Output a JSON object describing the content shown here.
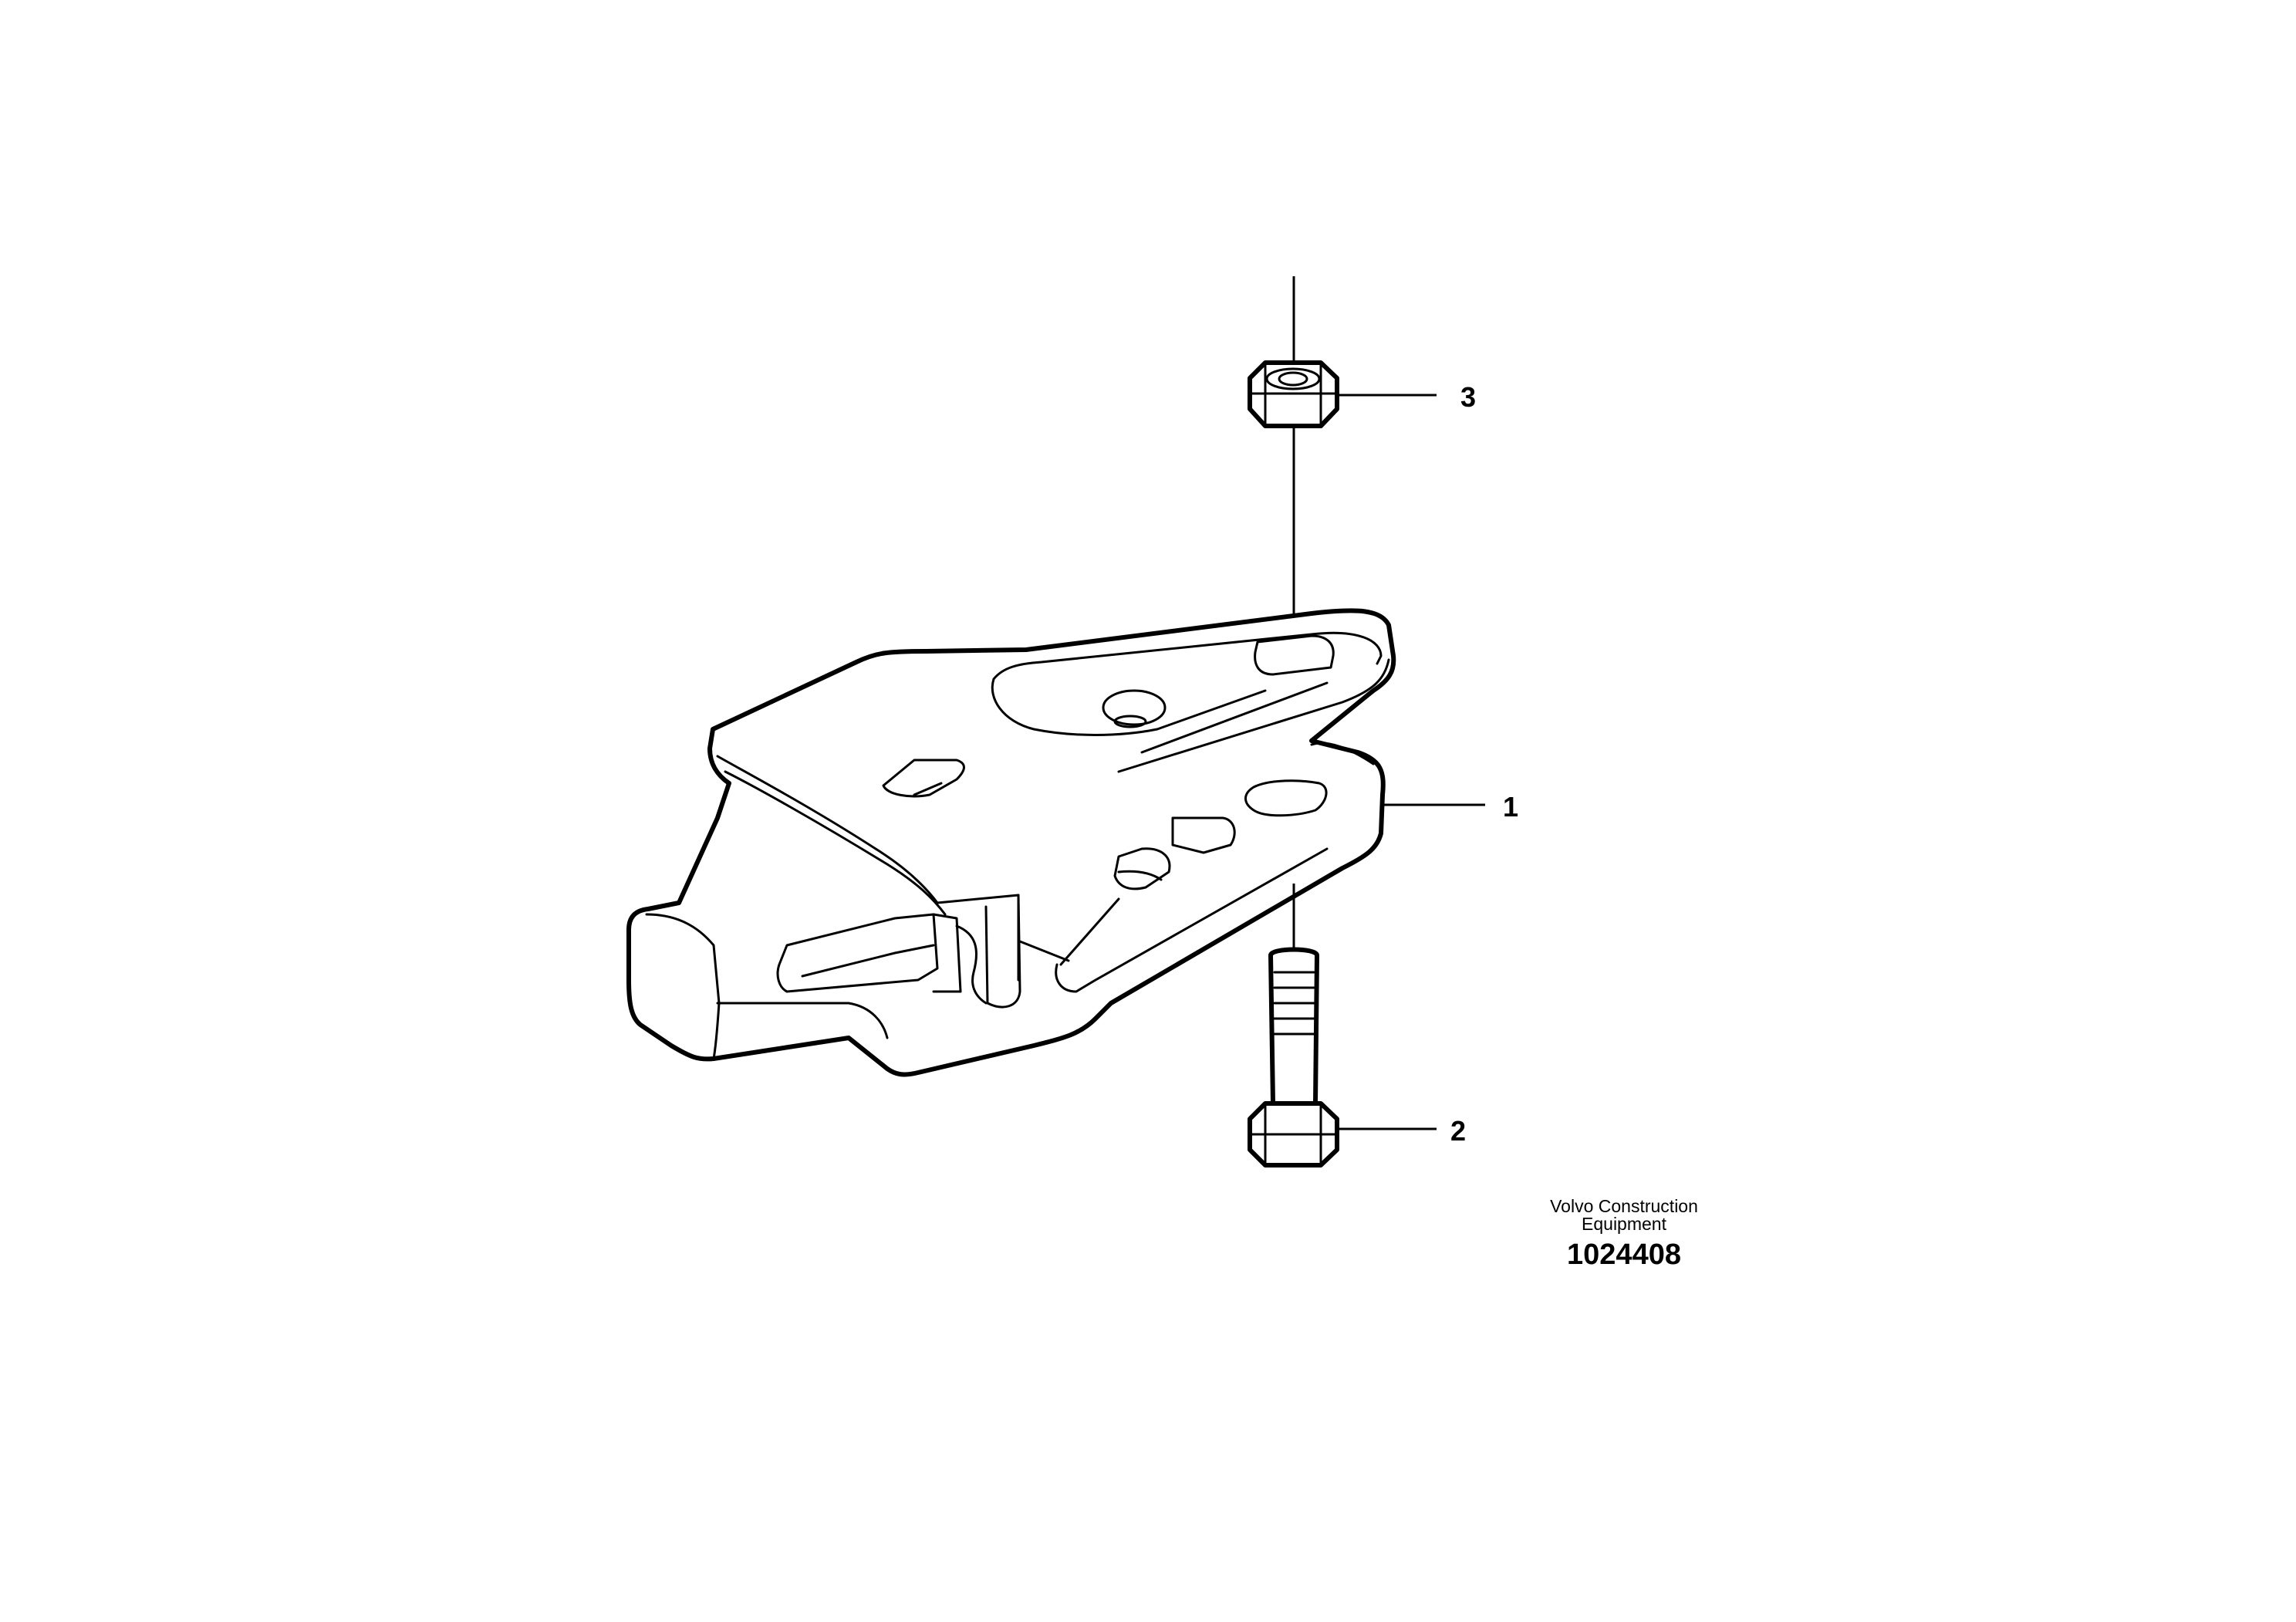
{
  "callouts": [
    {
      "id": "nut",
      "number": "3"
    },
    {
      "id": "adapter",
      "number": "1"
    },
    {
      "id": "bolt",
      "number": "2"
    }
  ],
  "caption": {
    "manufacturer_line1": "Volvo Construction",
    "manufacturer_line2": "Equipment",
    "drawing_number": "1024408"
  },
  "colors": {
    "line": "#000000",
    "background": "#ffffff"
  }
}
